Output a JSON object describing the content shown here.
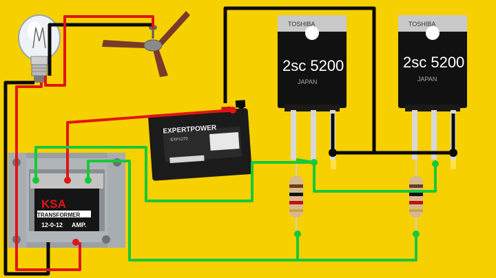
{
  "colors": {
    "background": "#f6d000",
    "wire_black": "#0a0a0a",
    "wire_red": "#e01515",
    "wire_green": "#18c83a",
    "transistor_body": "#111111",
    "transistor_tab": "#c9c9c9",
    "transformer_metal": "#9aa0a6",
    "fan_blade": "#7a3a2a"
  },
  "transistors": [
    {
      "part_label": "2sc 5200",
      "brand": "TOSHIBA",
      "origin": "JAPAN"
    },
    {
      "part_label": "2sc 5200",
      "brand": "TOSHIBA",
      "origin": "JAPAN"
    }
  ],
  "battery": {
    "brand": "EXPERTPOWER",
    "model": "EXP1270"
  },
  "transformer": {
    "brand": "KSA",
    "type": "TRANSFORMER",
    "rating_prefix": "12-0-12",
    "rating_suffix": "AMP."
  },
  "icons": {
    "bulb": "light-bulb-icon",
    "fan": "ceiling-fan-icon"
  }
}
